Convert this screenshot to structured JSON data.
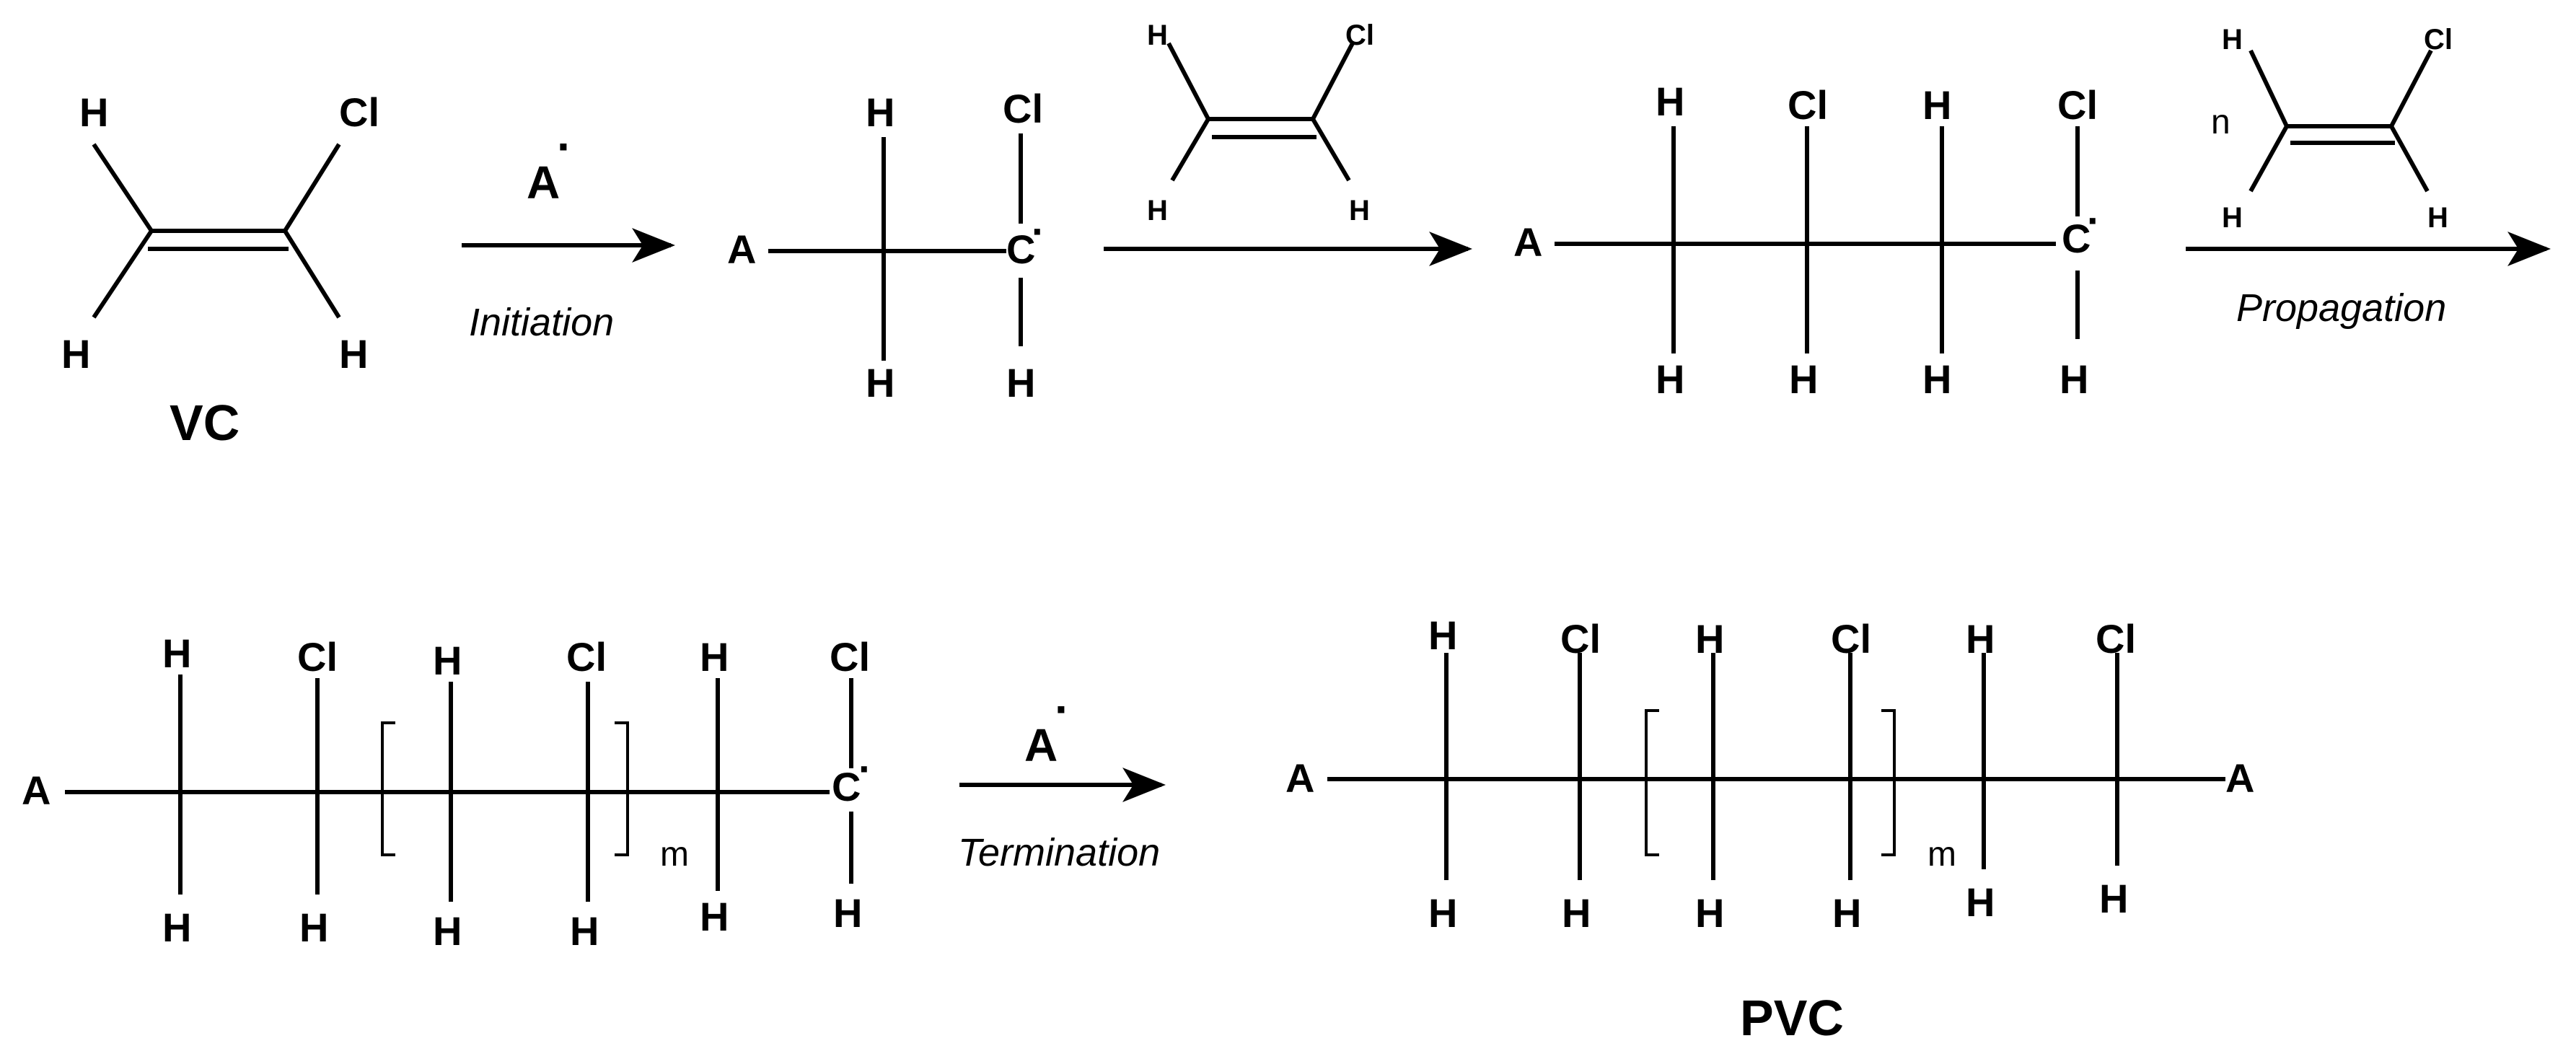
{
  "atoms": {
    "H": "H",
    "Cl": "Cl",
    "A": "A",
    "C": "C"
  },
  "radical_dot": "·",
  "labels": {
    "vc": "VC",
    "pvc": "PVC"
  },
  "arrows": {
    "initiation": {
      "reagent": "A",
      "condition": "Initiation"
    },
    "addition": {
      "reagent": "",
      "condition": ""
    },
    "propagation": {
      "reagent": "n",
      "condition": "Propagation"
    },
    "termination": {
      "reagent": "A",
      "condition": "Termination"
    }
  },
  "repeat_index": "m"
}
